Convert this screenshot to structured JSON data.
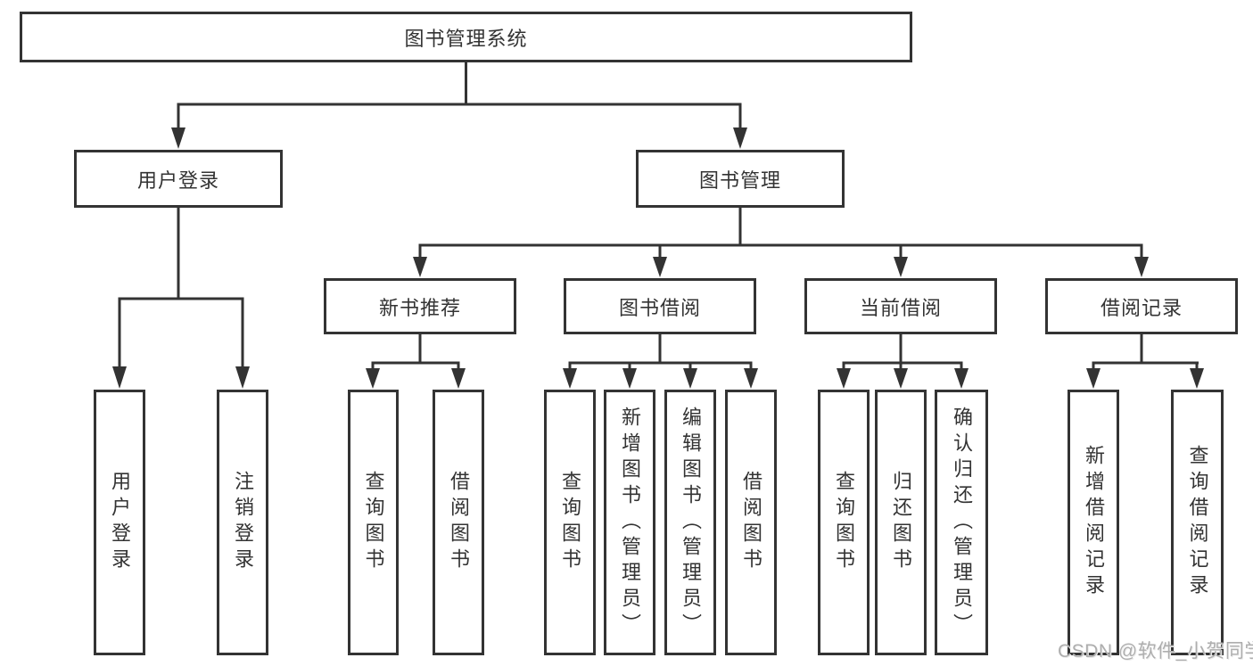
{
  "diagram": {
    "root": {
      "label": "图书管理系统"
    },
    "level2": [
      {
        "label": "用户登录"
      },
      {
        "label": "图书管理"
      }
    ],
    "level3": [
      {
        "label": "新书推荐"
      },
      {
        "label": "图书借阅"
      },
      {
        "label": "当前借阅"
      },
      {
        "label": "借阅记录"
      }
    ],
    "leaves": [
      {
        "label": "用户登录",
        "parent": "用户登录"
      },
      {
        "label": "注销登录",
        "parent": "用户登录"
      },
      {
        "label": "查询图书",
        "parent": "新书推荐"
      },
      {
        "label": "借阅图书",
        "parent": "新书推荐"
      },
      {
        "label": "查询图书",
        "parent": "图书借阅"
      },
      {
        "label": "新增图书（管理员）",
        "parent": "图书借阅"
      },
      {
        "label": "编辑图书（管理员）",
        "parent": "图书借阅"
      },
      {
        "label": "借阅图书",
        "parent": "图书借阅"
      },
      {
        "label": "查询图书",
        "parent": "当前借阅"
      },
      {
        "label": "归还图书",
        "parent": "当前借阅"
      },
      {
        "label": "确认归还（管理员）",
        "parent": "当前借阅"
      },
      {
        "label": "新增借阅记录",
        "parent": "借阅记录"
      },
      {
        "label": "查询借阅记录",
        "parent": "借阅记录"
      }
    ],
    "watermark": "CSDN @软件_小贺同学",
    "colors": {
      "line": "#333333",
      "border": "#333333",
      "box_background": "#ffffff",
      "text": "#333333",
      "watermark_text": "#aeaeae"
    }
  }
}
